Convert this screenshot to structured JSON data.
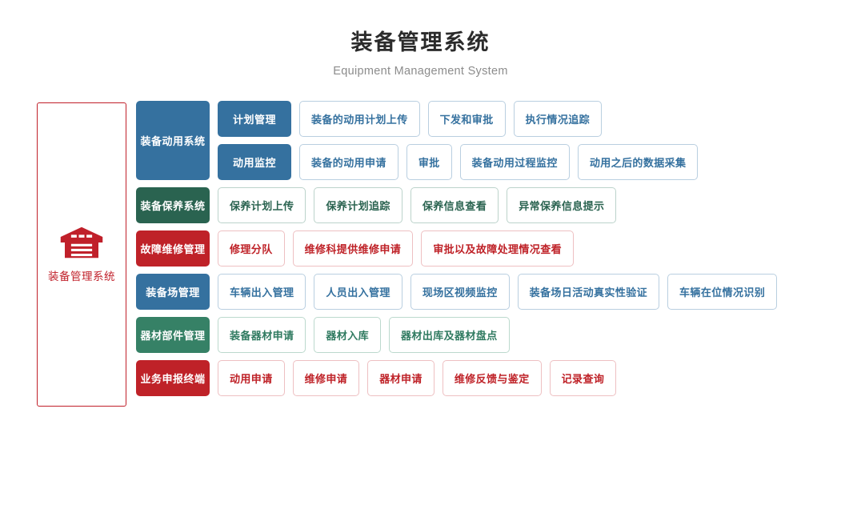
{
  "header": {
    "title": "装备管理系统",
    "subtitle": "Equipment Management System"
  },
  "root": {
    "icon": "warehouse-icon",
    "label": "装备管理系统",
    "color": "#c0202a"
  },
  "colors": {
    "blue": "#35719f",
    "green_dark": "#2a6350",
    "green_light": "#368166",
    "red": "#bf2228",
    "title_text": "#2b2b2b",
    "subtitle_text": "#8c8c8c"
  },
  "systems": [
    {
      "name": "装备动用系统",
      "accent": "blue",
      "branches": [
        {
          "label": "计划管理",
          "leaves": [
            "装备的动用计划上传",
            "下发和审批",
            "执行情况追踪"
          ]
        },
        {
          "label": "动用监控",
          "leaves": [
            "装备的动用申请",
            "审批",
            "装备动用过程监控",
            "动用之后的数据采集"
          ]
        }
      ]
    },
    {
      "name": "装备保养系统",
      "accent": "green",
      "branches": [
        {
          "label": null,
          "leaves": [
            "保养计划上传",
            "保养计划追踪",
            "保养信息查看",
            "异常保养信息提示"
          ]
        }
      ]
    },
    {
      "name": "故障维修管理",
      "accent": "red",
      "branches": [
        {
          "label": null,
          "leaves": [
            "修理分队",
            "维修科提供维修申请",
            "审批以及故障处理情况查看"
          ]
        }
      ]
    },
    {
      "name": "装备场管理",
      "accent": "blue",
      "branches": [
        {
          "label": null,
          "leaves": [
            "车辆出入管理",
            "人员出入管理",
            "现场区视频监控",
            "装备场日活动真实性验证",
            "车辆在位情况识别"
          ]
        }
      ]
    },
    {
      "name": "器材部件管理",
      "accent": "green2",
      "branches": [
        {
          "label": null,
          "leaves": [
            "装备器材申请",
            "器材入库",
            "器材出库及器材盘点"
          ]
        }
      ]
    },
    {
      "name": "业务申报终端",
      "accent": "red",
      "branches": [
        {
          "label": null,
          "leaves": [
            "动用申请",
            "维修申请",
            "器材申请",
            "维修反馈与鉴定",
            "记录查询"
          ]
        }
      ]
    }
  ]
}
